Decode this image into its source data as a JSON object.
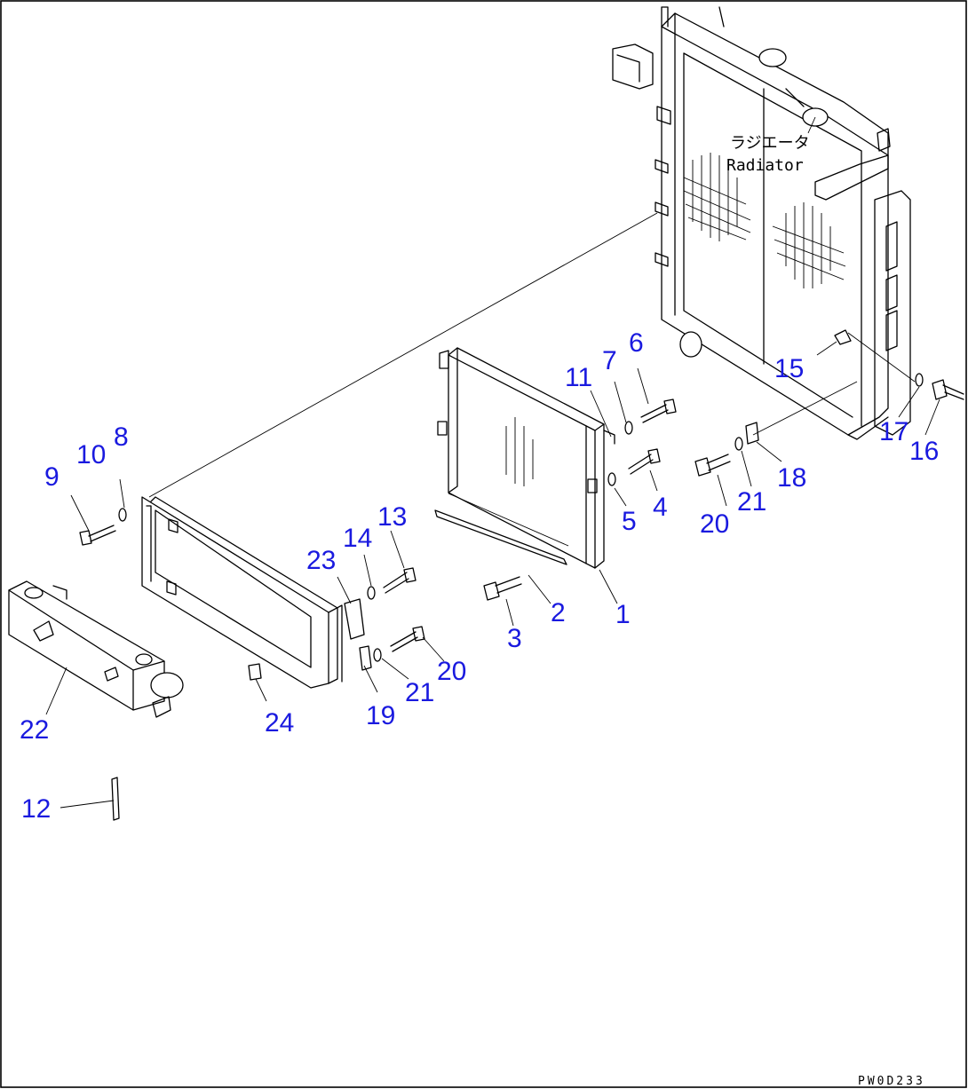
{
  "diagram": {
    "radiator_label_jp": "ラジエータ",
    "radiator_label_en": "Radiator",
    "drawing_code": "PW0D233",
    "callouts": [
      {
        "id": "c1",
        "text": "1"
      },
      {
        "id": "c2",
        "text": "2"
      },
      {
        "id": "c3",
        "text": "3"
      },
      {
        "id": "c4",
        "text": "4"
      },
      {
        "id": "c5",
        "text": "5"
      },
      {
        "id": "c6",
        "text": "6"
      },
      {
        "id": "c7",
        "text": "7"
      },
      {
        "id": "c8",
        "text": "8"
      },
      {
        "id": "c9",
        "text": "9"
      },
      {
        "id": "c10",
        "text": "10"
      },
      {
        "id": "c11",
        "text": "11"
      },
      {
        "id": "c12",
        "text": "12"
      },
      {
        "id": "c13",
        "text": "13"
      },
      {
        "id": "c14",
        "text": "14"
      },
      {
        "id": "c15",
        "text": "15"
      },
      {
        "id": "c16",
        "text": "16"
      },
      {
        "id": "c17",
        "text": "17"
      },
      {
        "id": "c18",
        "text": "18"
      },
      {
        "id": "c19",
        "text": "19"
      },
      {
        "id": "c20a",
        "text": "20"
      },
      {
        "id": "c20b",
        "text": "20"
      },
      {
        "id": "c21a",
        "text": "21"
      },
      {
        "id": "c21b",
        "text": "21"
      },
      {
        "id": "c22",
        "text": "22"
      },
      {
        "id": "c23",
        "text": "23"
      },
      {
        "id": "c24",
        "text": "24"
      }
    ]
  }
}
